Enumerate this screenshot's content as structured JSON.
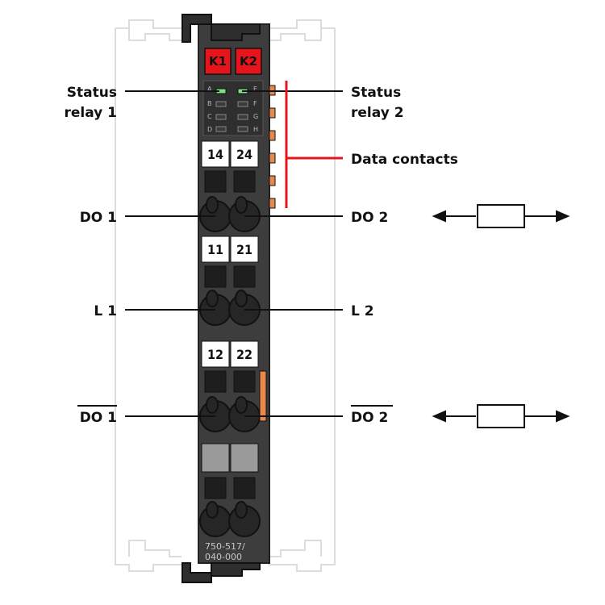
{
  "module": {
    "relay_labels": [
      "K1",
      "K2"
    ],
    "led_letters_left": [
      "A",
      "B",
      "C",
      "D"
    ],
    "led_letters_right": [
      "E",
      "F",
      "G",
      "H"
    ],
    "terminal_labels_row1": [
      "14",
      "24"
    ],
    "terminal_labels_row2": [
      "11",
      "21"
    ],
    "terminal_labels_row3": [
      "12",
      "22"
    ],
    "part_number_line1": "750-517/",
    "part_number_line2": "040-000",
    "body_color": "#3d3d3d",
    "relay_color": "#e8141b",
    "led_color": "#7fe07f",
    "contact_color": "#e8884a"
  },
  "callouts": {
    "status_relay_1_line1": "Status",
    "status_relay_1_line2": "relay 1",
    "status_relay_2_line1": "Status",
    "status_relay_2_line2": "relay 2",
    "data_contacts": "Data contacts",
    "do1": "DO 1",
    "do2": "DO 2",
    "l1": "L 1",
    "l2": "L 2",
    "do1_inverted": "DO 1",
    "do2_inverted": "DO 2",
    "bracket_color": "#e8141b"
  }
}
